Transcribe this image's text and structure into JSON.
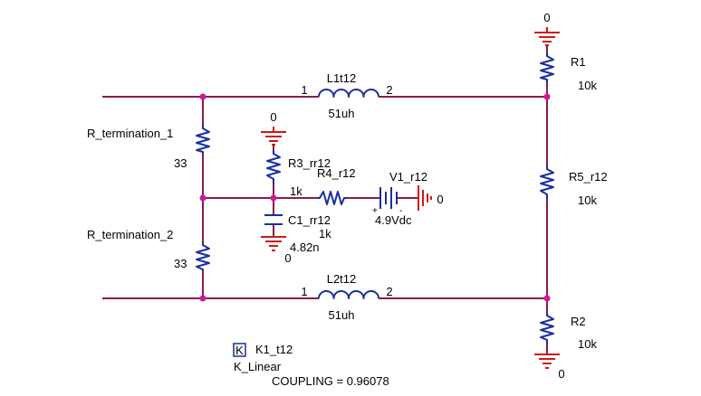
{
  "colors": {
    "wire": "#8b1c4a",
    "component": "#1a2ea0",
    "ground": "#d01818",
    "junction": "#d01899",
    "text": "#000000"
  },
  "parts": {
    "L1": {
      "name": "L1t12",
      "pin1": "1",
      "pin2": "2",
      "value": "51uh"
    },
    "L2": {
      "name": "L2t12",
      "pin1": "1",
      "pin2": "2",
      "value": "51uh"
    },
    "R1": {
      "name": "R1",
      "value": "10k"
    },
    "R2": {
      "name": "R2",
      "value": "10k"
    },
    "R5": {
      "name": "R5_r12",
      "value": "10k"
    },
    "Rt1": {
      "name": "R_termination_1",
      "value": "33"
    },
    "Rt2": {
      "name": "R_termination_2",
      "value": "33"
    },
    "R3": {
      "name": "R3_rr12",
      "value": "1k"
    },
    "R4": {
      "name": "R4_r12",
      "value": "1k"
    },
    "C1": {
      "name": "C1_rr12",
      "value": "4.82n"
    },
    "V1": {
      "name": "V1_r12",
      "value": "4.9Vdc",
      "plus": "+",
      "minus": "-"
    },
    "K1": {
      "box": "K",
      "name": "K1_t12",
      "model": "K_Linear",
      "coupling": "COUPLING = 0.96078"
    }
  },
  "grounds": {
    "top_right": "0",
    "bottom_right": "0",
    "r3_top": "0",
    "c1_bottom": "0",
    "v1": "0"
  }
}
